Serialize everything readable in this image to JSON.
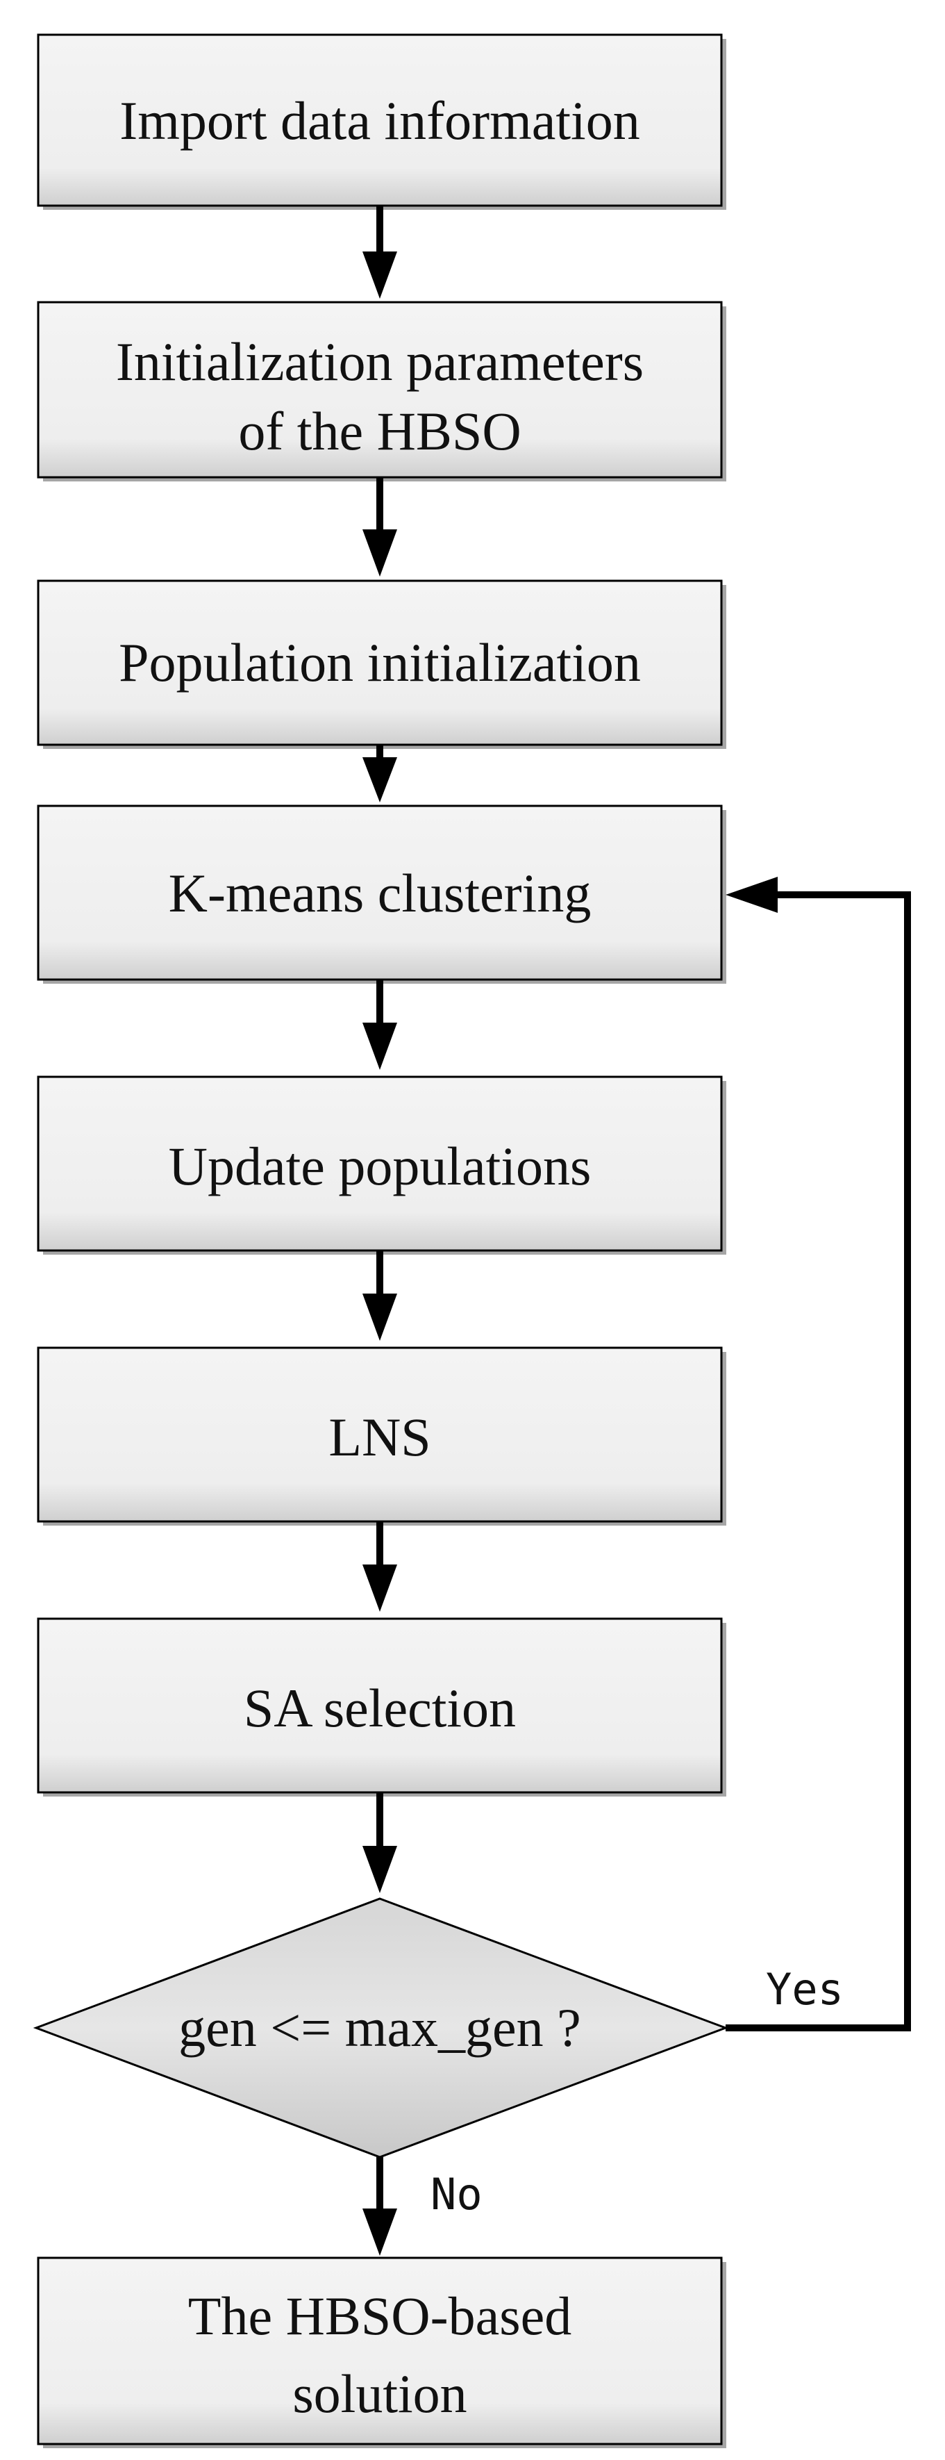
{
  "steps": [
    {
      "id": "import",
      "lines": [
        "Import data information"
      ]
    },
    {
      "id": "init-params",
      "lines": [
        "Initialization parameters",
        "of the HBSO"
      ]
    },
    {
      "id": "pop-init",
      "lines": [
        "Population initialization"
      ]
    },
    {
      "id": "kmeans",
      "lines": [
        "K-means clustering"
      ]
    },
    {
      "id": "update-pop",
      "lines": [
        "Update populations"
      ]
    },
    {
      "id": "lns",
      "lines": [
        "LNS"
      ]
    },
    {
      "id": "sa-select",
      "lines": [
        "SA selection"
      ]
    }
  ],
  "decision": {
    "label": "gen <= max_gen ?",
    "yes_label": "Yes",
    "no_label": "No"
  },
  "result": {
    "lines": [
      "The HBSO-based",
      "solution"
    ]
  },
  "colors": {
    "box_fill": "#f2f2f2",
    "box_shadow": "#a6a6a6",
    "stroke": "#000000",
    "text": "#111111"
  }
}
